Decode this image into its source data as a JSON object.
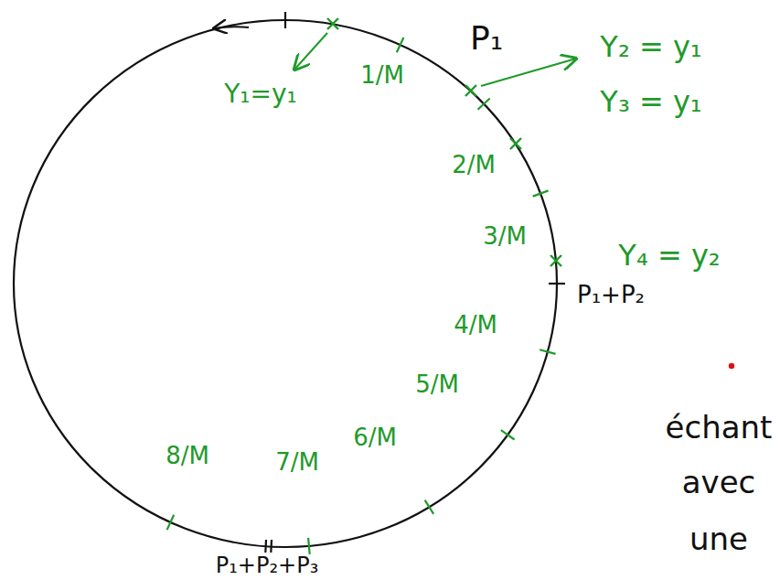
{
  "diagram": {
    "labels": [
      "P₁",
      "Y₁=y₁",
      "1/M",
      "Y₂ = y₁",
      "Y₃ = y₁",
      "2/M",
      "3/M",
      "Y₄ = y₂",
      "P₁+P₂",
      "4/M",
      "5/M",
      "6/M",
      "7/M",
      "8/M",
      "P₁+P₂+P₃",
      "échant",
      "avec",
      "une"
    ]
  }
}
